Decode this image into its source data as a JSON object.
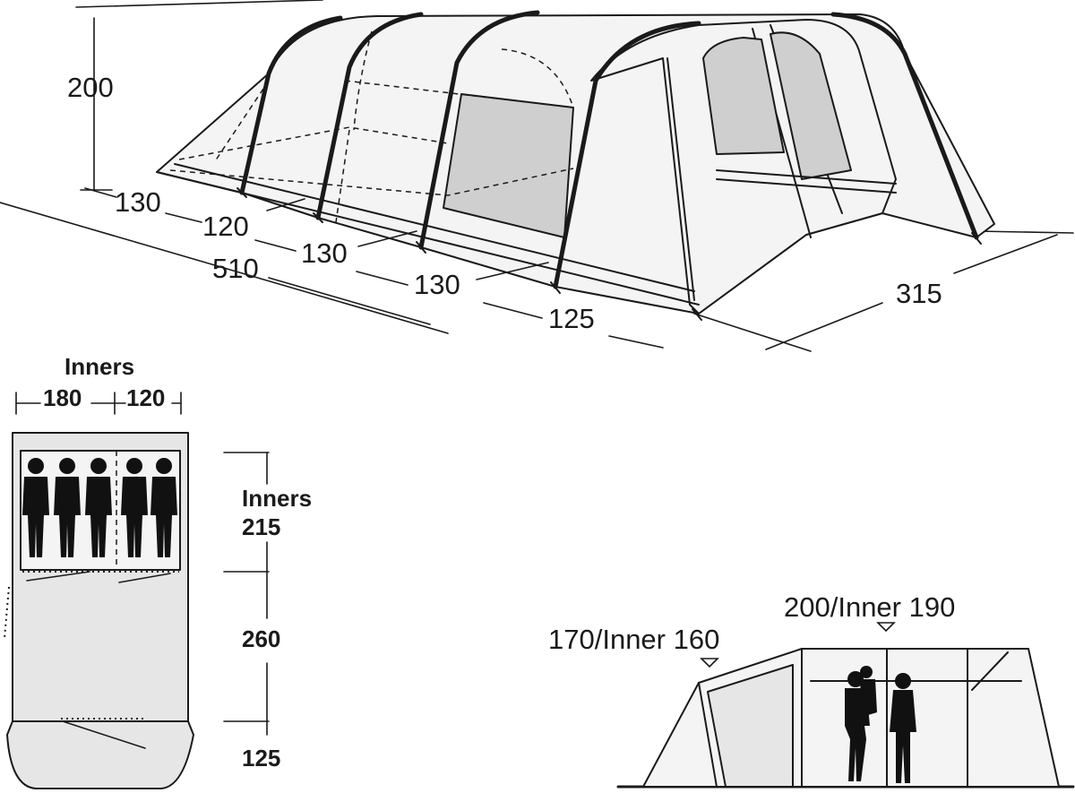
{
  "perspective": {
    "height": "200",
    "segments": [
      "130",
      "120",
      "130",
      "130",
      "125"
    ],
    "length": "510",
    "width": "315"
  },
  "floorplan": {
    "inners_title": "Inners",
    "inner_widths": [
      "180",
      "120"
    ],
    "inners_depth_title": "Inners",
    "inners_depth": "215",
    "living_depth": "260",
    "porch_depth": "125"
  },
  "side_view": {
    "high_height": "200/Inner 190",
    "low_height": "170/Inner 160"
  }
}
